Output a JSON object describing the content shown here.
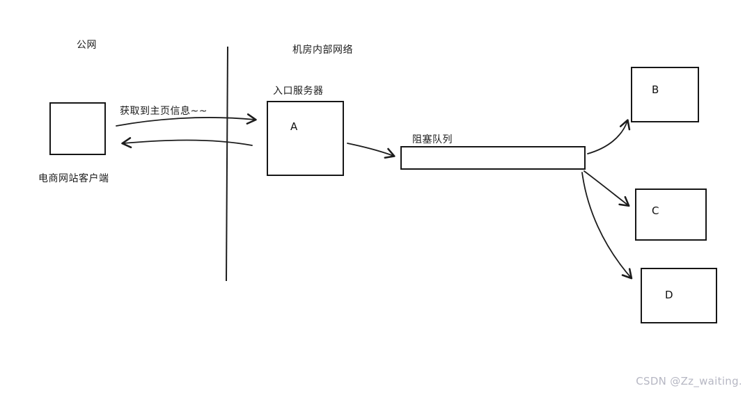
{
  "diagram": {
    "region_labels": {
      "public_network": "公网",
      "internal_network": "机房内部网络"
    },
    "client": {
      "label": "电商网站客户端"
    },
    "request_label": "获取到主页信息~~",
    "entry_server_label": "入口服务器",
    "queue_label": "阻塞队列",
    "nodes": {
      "a": "A",
      "b": "B",
      "c": "C",
      "d": "D"
    }
  },
  "watermark": "CSDN @Zz_waiting.",
  "colors": {
    "ink": "#1c1c1c",
    "watermark": "#b6b7c3",
    "background": "#ffffff"
  }
}
